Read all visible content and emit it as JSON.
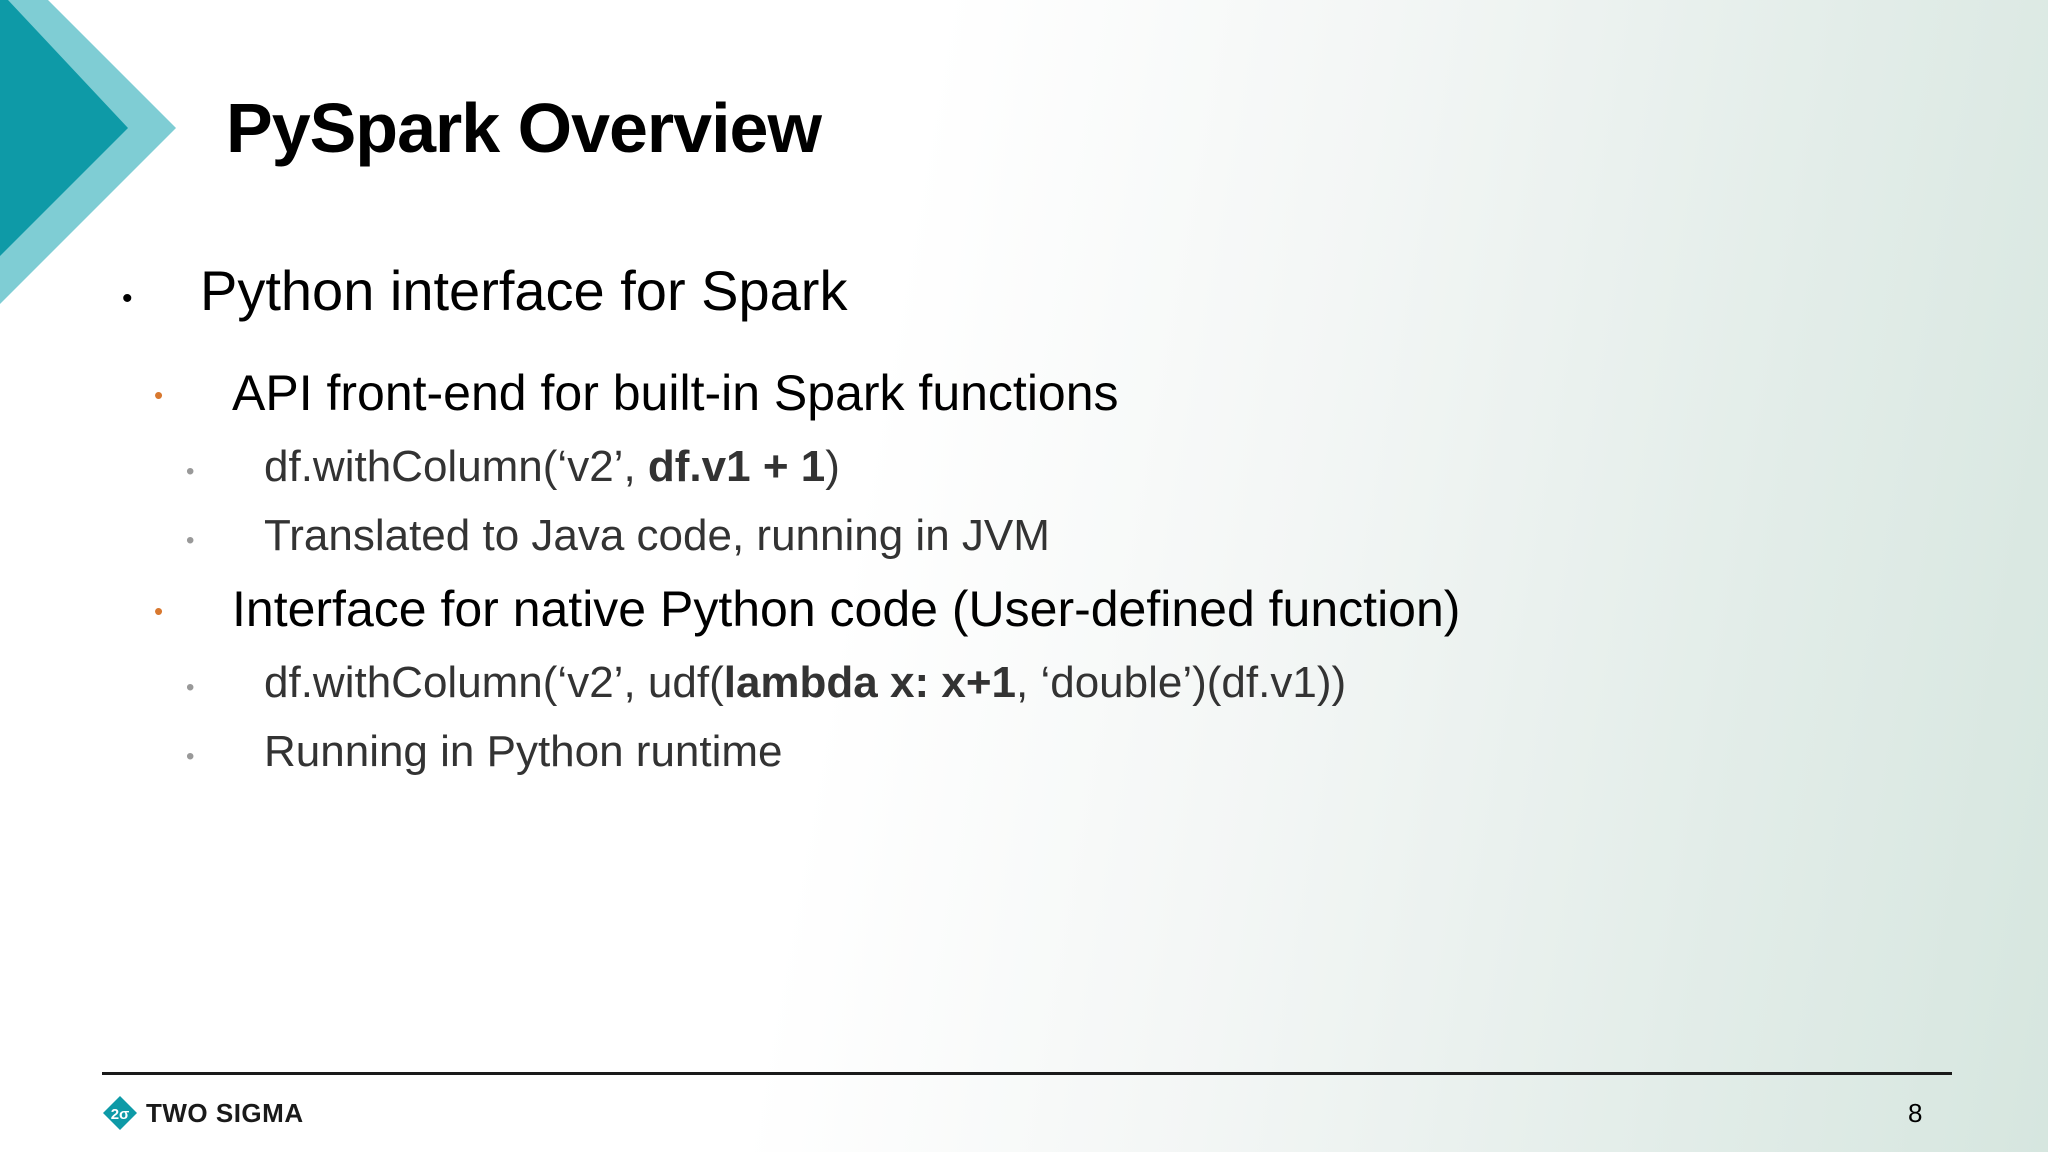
{
  "slide": {
    "title": "PySpark Overview",
    "items": [
      {
        "level": 1,
        "text": "Python interface for Spark"
      },
      {
        "level": 2,
        "text": "API front-end for built-in Spark functions"
      },
      {
        "level": 3,
        "pre": "df.withColumn(‘v2’, ",
        "bold": "df.v1 + 1",
        "post": ")"
      },
      {
        "level": 3,
        "text": "Translated to Java code, running in JVM"
      },
      {
        "level": 2,
        "text": "Interface for native Python code (User-defined function)"
      },
      {
        "level": 3,
        "pre": "df.withColumn(‘v2’,  udf(",
        "bold": "lambda x: x+1",
        "post": ", ‘double’)(df.v1))"
      },
      {
        "level": 3,
        "text": "Running in Python runtime"
      }
    ]
  },
  "footer": {
    "logo_mark": "2σ",
    "brand": "TWO SIGMA",
    "page_number": "8"
  },
  "colors": {
    "accent_teal_dark": "#0e9aa7",
    "accent_teal_light": "#7fcdd4",
    "bullet_orange": "#d8782f"
  }
}
